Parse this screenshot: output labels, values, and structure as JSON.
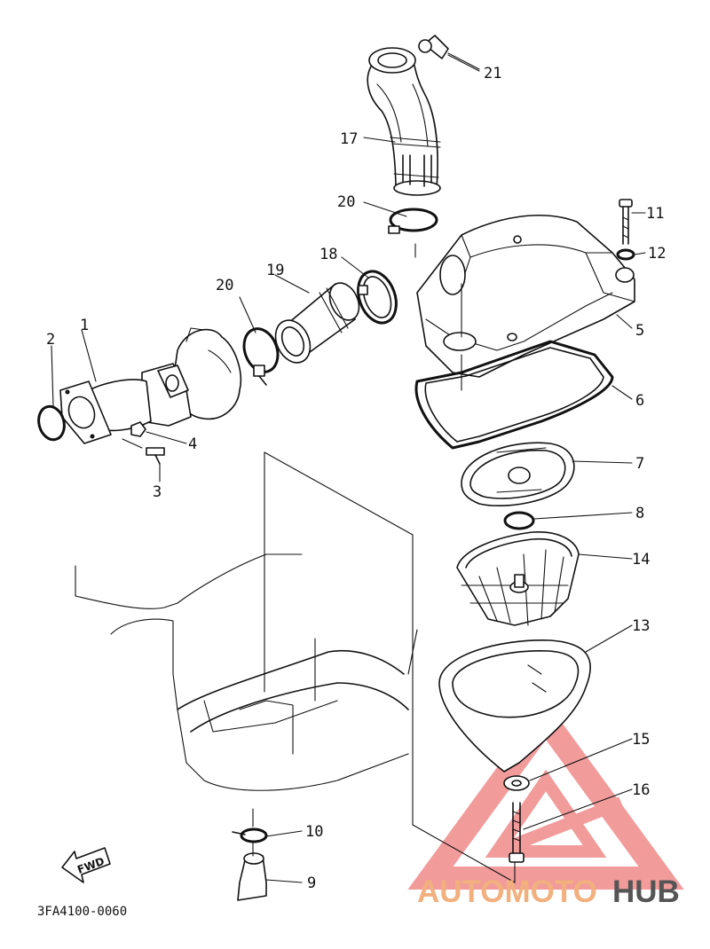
{
  "diagram": {
    "drawing_code": "3FA4100-0060",
    "fwd_label": "FWD",
    "callouts": [
      "1",
      "2",
      "3",
      "4",
      "5",
      "6",
      "7",
      "8",
      "9",
      "10",
      "11",
      "12",
      "13",
      "14",
      "15",
      "16",
      "17",
      "18",
      "19",
      "20",
      "20",
      "21"
    ]
  },
  "watermark": {
    "part1": "AUTOMOTO",
    "part2": "HUB",
    "color_primary": "#f0a080",
    "color_secondary": "#f5b88a",
    "color_dark": "#555555"
  }
}
